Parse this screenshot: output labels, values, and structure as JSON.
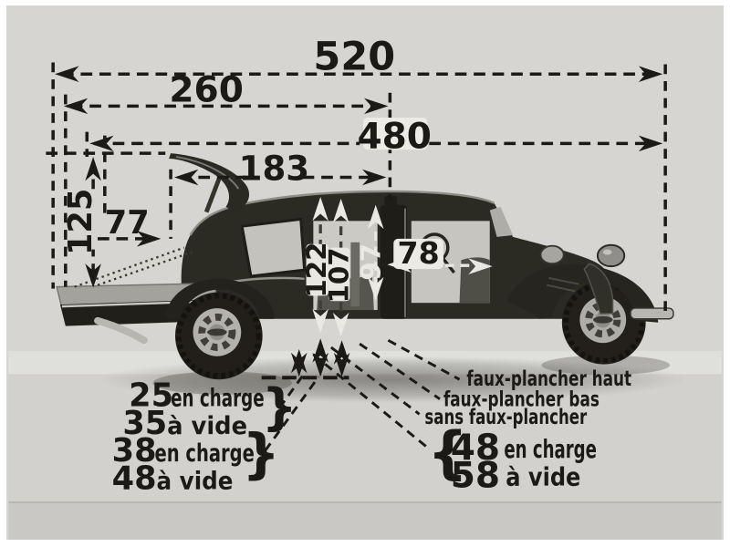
{
  "dims": {
    "d520": "520",
    "d260": "260",
    "d480": "480",
    "d183": "183",
    "d125": "125",
    "d77": "77",
    "d122": "122",
    "d107": "107",
    "d97": "97",
    "d78": "78"
  },
  "notes": {
    "g1": {
      "v1": "25",
      "t1": "en charge",
      "v2": "35",
      "t2": "à vide"
    },
    "g2": {
      "v1": "38",
      "t1": "en charge",
      "v2": "48",
      "t2": "à vide"
    },
    "g3": {
      "v1": "48",
      "t1": "en charge",
      "v2": "58",
      "t2": "à vide"
    },
    "floors": {
      "haut": "faux-plancher haut",
      "bas": "faux-plancher bas",
      "sans": "sans faux-plancher"
    },
    "brace_close": "}",
    "brace_open": "{"
  },
  "colors": {
    "paper": "#d6d5d1",
    "ink": "#1b1a16",
    "light_ink": "#e9e8e3"
  }
}
